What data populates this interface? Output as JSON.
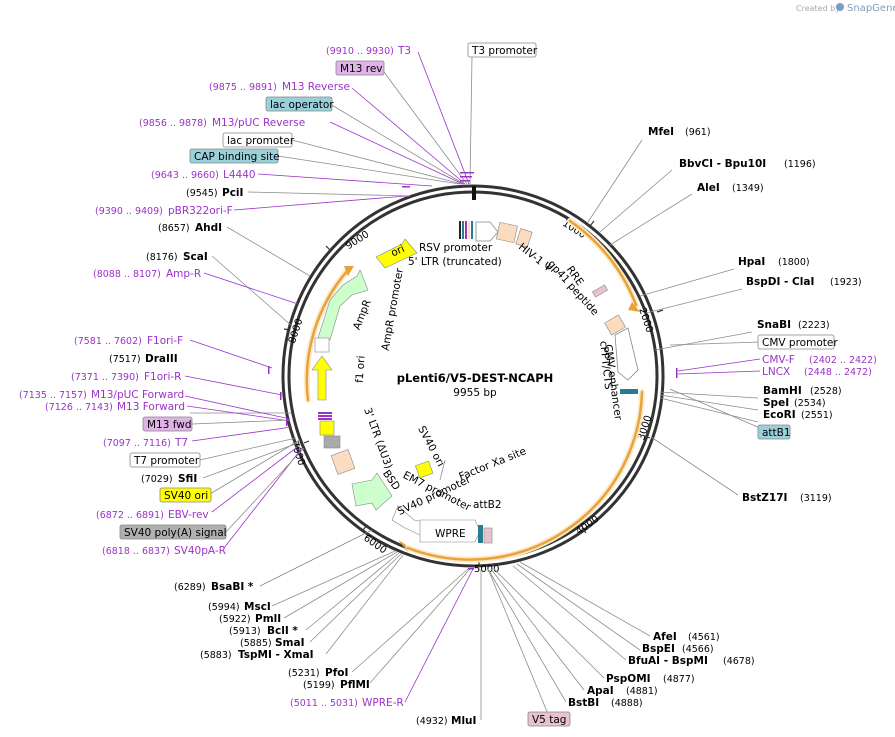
{
  "credit": {
    "created_by": "Created by",
    "brand": "SnapGene"
  },
  "plasmid": {
    "name": "pLenti6/V5-DEST-NCAPH",
    "size": "9955 bp"
  },
  "ticks": [
    "1000",
    "2000",
    "3000",
    "4000",
    "5000",
    "6000",
    "7000",
    "8000",
    "9000"
  ],
  "enzymes": [
    {
      "name": "MfeI",
      "pos": "(961)"
    },
    {
      "name": "BbvCI - Bpu10I",
      "pos": "(1196)"
    },
    {
      "name": "AleI",
      "pos": "(1349)"
    },
    {
      "name": "HpaI",
      "pos": "(1800)"
    },
    {
      "name": "BspDI - ClaI",
      "pos": "(1923)"
    },
    {
      "name": "SnaBI",
      "pos": "(2223)"
    },
    {
      "name": "BamHI",
      "pos": "(2528)"
    },
    {
      "name": "SpeI",
      "pos": "(2534)"
    },
    {
      "name": "EcoRI",
      "pos": "(2551)"
    },
    {
      "name": "BstZ17I",
      "pos": "(3119)"
    },
    {
      "name": "AfeI",
      "pos": "(4561)"
    },
    {
      "name": "BspEI",
      "pos": "(4566)"
    },
    {
      "name": "BfuAI - BspMI",
      "pos": "(4678)"
    },
    {
      "name": "PspOMI",
      "pos": "(4877)"
    },
    {
      "name": "ApaI",
      "pos": "(4881)"
    },
    {
      "name": "BstBI",
      "pos": "(4888)"
    },
    {
      "name": "MluI",
      "pos": "(4932)"
    },
    {
      "name": "PflMI",
      "pos": "(5199)"
    },
    {
      "name": "PfoI",
      "pos": "(5231)"
    },
    {
      "name": "TspMI - XmaI",
      "pos": "(5883)"
    },
    {
      "name": "SmaI",
      "pos": "(5885)"
    },
    {
      "name": "BclI *",
      "pos": "(5913)"
    },
    {
      "name": "PmlI",
      "pos": "(5922)"
    },
    {
      "name": "MscI",
      "pos": "(5994)"
    },
    {
      "name": "BsaBI *",
      "pos": "(6289)"
    },
    {
      "name": "SfiI",
      "pos": "(7029)"
    },
    {
      "name": "DraIII",
      "pos": "(7517)"
    },
    {
      "name": "ScaI",
      "pos": "(8176)"
    },
    {
      "name": "AhdI",
      "pos": "(8657)"
    },
    {
      "name": "PciI",
      "pos": "(9545)"
    }
  ],
  "primers": [
    {
      "name": "T3",
      "range": "(9910 .. 9930)"
    },
    {
      "name": "M13 Reverse",
      "range": "(9875 .. 9891)"
    },
    {
      "name": "M13/pUC Reverse",
      "range": "(9856 .. 9878)"
    },
    {
      "name": "L4440",
      "range": "(9643 .. 9660)"
    },
    {
      "name": "pBR322ori-F",
      "range": "(9390 .. 9409)"
    },
    {
      "name": "Amp-R",
      "range": "(8088 .. 8107)"
    },
    {
      "name": "F1ori-F",
      "range": "(7581 .. 7602)"
    },
    {
      "name": "F1ori-R",
      "range": "(7371 .. 7390)"
    },
    {
      "name": "M13/pUC Forward",
      "range": "(7135 .. 7157)"
    },
    {
      "name": "M13 Forward",
      "range": "(7126 .. 7143)"
    },
    {
      "name": "T7",
      "range": "(7097 .. 7116)"
    },
    {
      "name": "EBV-rev",
      "range": "(6872 .. 6891)"
    },
    {
      "name": "SV40pA-R",
      "range": "(6818 .. 6837)"
    },
    {
      "name": "WPRE-R",
      "range": "(5011 .. 5031)"
    },
    {
      "name": "CMV-F",
      "range": "(2402 .. 2422)"
    },
    {
      "name": "LNCX",
      "range": "(2448 .. 2472)"
    }
  ],
  "boxes": {
    "t3_promoter": "T3 promoter",
    "m13_rev": "M13 rev",
    "lac_operator": "lac operator",
    "lac_promoter": "lac promoter",
    "cap_site": "CAP binding site",
    "cmv_promoter": "CMV promoter",
    "attb1": "attB1",
    "m13_fwd": "M13 fwd",
    "t7_promoter": "T7 promoter",
    "sv40_ori": "SV40 ori",
    "sv40_polya": "SV40 poly(A) signal",
    "v5_tag": "V5 tag"
  },
  "features": {
    "ori": "ori",
    "rsv": "RSV promoter",
    "ltr5": "5' LTR (truncated)",
    "hiv": "HIV-1 Ψ",
    "rre": "RRE",
    "gp41": "gp41 peptide",
    "cmv_enh": "CMV enhancer",
    "cppt": "cPPT/CTS",
    "ampr": "AmpR",
    "ampr_prom": "AmpR promoter",
    "f1": "f1 ori",
    "ltr3": "3' LTR (ΔU3)",
    "sv40ori": "SV40 ori",
    "factorxa": "Factor Xa site",
    "em7": "EM7 promoter",
    "bsd": "BSD",
    "sv40prom": "SV40 promoter",
    "attb2": "attB2",
    "wpre": "WPRE"
  },
  "colors": {
    "primer": "#9b32c8",
    "orange_arc": "#e8a23a",
    "ori": "#ffff00",
    "ampr": "#ccffcc",
    "ltr": "#fbdcc0",
    "cap_box": "#99d0dc",
    "polya_box": "#b0b0b0",
    "v5_box": "#e6c3cf"
  }
}
